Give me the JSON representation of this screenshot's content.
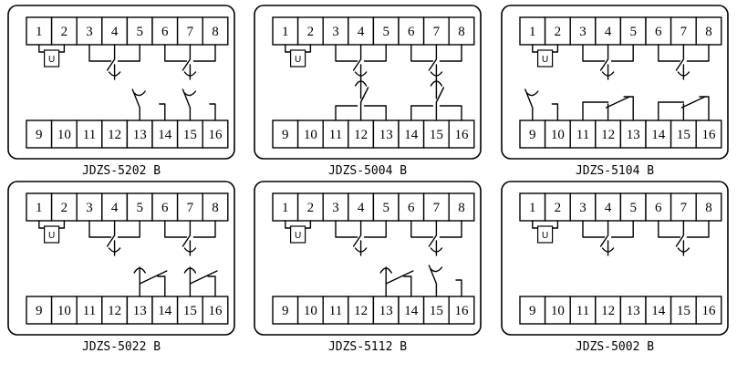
{
  "panels": [
    {
      "caption": "JDZS-5202 B",
      "top_terminals": [
        "1",
        "2",
        "3",
        "4",
        "5",
        "6",
        "7",
        "8"
      ],
      "bottom_terminals": [
        "9",
        "10",
        "11",
        "12",
        "13",
        "14",
        "15",
        "16"
      ],
      "top_elements": [
        {
          "type": "coil",
          "terminal_pair": [
            "1",
            "2"
          ],
          "label": "U"
        },
        {
          "type": "changeover-contact",
          "terminals": [
            "3",
            "4",
            "5"
          ]
        },
        {
          "type": "changeover-contact",
          "terminals": [
            "6",
            "7",
            "8"
          ]
        }
      ],
      "bottom_elements": [
        {
          "type": "make-contact",
          "terminals": [
            "13",
            "14"
          ]
        },
        {
          "type": "make-contact",
          "terminals": [
            "15",
            "16"
          ]
        }
      ]
    },
    {
      "caption": "JDZS-5004 B",
      "top_terminals": [
        "1",
        "2",
        "3",
        "4",
        "5",
        "6",
        "7",
        "8"
      ],
      "bottom_terminals": [
        "9",
        "10",
        "11",
        "12",
        "13",
        "14",
        "15",
        "16"
      ],
      "top_elements": [
        {
          "type": "coil",
          "terminal_pair": [
            "1",
            "2"
          ],
          "label": "U"
        },
        {
          "type": "changeover-contact",
          "terminals": [
            "3",
            "4",
            "5"
          ]
        },
        {
          "type": "changeover-contact",
          "terminals": [
            "6",
            "7",
            "8"
          ]
        }
      ],
      "bottom_elements": [
        {
          "type": "changeover-contact",
          "terminals": [
            "11",
            "12",
            "13"
          ]
        },
        {
          "type": "changeover-contact",
          "terminals": [
            "14",
            "15",
            "16"
          ]
        }
      ]
    },
    {
      "caption": "JDZS-5104 B",
      "top_terminals": [
        "1",
        "2",
        "3",
        "4",
        "5",
        "6",
        "7",
        "8"
      ],
      "bottom_terminals": [
        "9",
        "10",
        "11",
        "12",
        "13",
        "14",
        "15",
        "16"
      ],
      "top_elements": [
        {
          "type": "coil",
          "terminal_pair": [
            "1",
            "2"
          ],
          "label": "U"
        },
        {
          "type": "changeover-contact",
          "terminals": [
            "3",
            "4",
            "5"
          ]
        },
        {
          "type": "changeover-contact",
          "terminals": [
            "6",
            "7",
            "8"
          ]
        }
      ],
      "bottom_elements": [
        {
          "type": "make-contact",
          "terminals": [
            "9",
            "10"
          ]
        },
        {
          "type": "break-contact",
          "terminals": [
            "11",
            "12",
            "13"
          ]
        },
        {
          "type": "break-contact",
          "terminals": [
            "14",
            "15",
            "16"
          ]
        }
      ]
    },
    {
      "caption": "JDZS-5022 B",
      "top_terminals": [
        "1",
        "2",
        "3",
        "4",
        "5",
        "6",
        "7",
        "8"
      ],
      "bottom_terminals": [
        "9",
        "10",
        "11",
        "12",
        "13",
        "14",
        "15",
        "16"
      ],
      "top_elements": [
        {
          "type": "coil",
          "terminal_pair": [
            "1",
            "2"
          ],
          "label": "U"
        },
        {
          "type": "changeover-contact",
          "terminals": [
            "3",
            "4",
            "5"
          ]
        },
        {
          "type": "changeover-contact",
          "terminals": [
            "6",
            "7",
            "8"
          ]
        }
      ],
      "bottom_elements": [
        {
          "type": "break-contact",
          "terminals": [
            "13",
            "14"
          ]
        },
        {
          "type": "break-contact",
          "terminals": [
            "15",
            "16"
          ]
        }
      ]
    },
    {
      "caption": "JDZS-5112 B",
      "top_terminals": [
        "1",
        "2",
        "3",
        "4",
        "5",
        "6",
        "7",
        "8"
      ],
      "bottom_terminals": [
        "9",
        "10",
        "11",
        "12",
        "13",
        "14",
        "15",
        "16"
      ],
      "top_elements": [
        {
          "type": "coil",
          "terminal_pair": [
            "1",
            "2"
          ],
          "label": "U"
        },
        {
          "type": "changeover-contact",
          "terminals": [
            "3",
            "4",
            "5"
          ]
        },
        {
          "type": "changeover-contact",
          "terminals": [
            "6",
            "7",
            "8"
          ]
        }
      ],
      "bottom_elements": [
        {
          "type": "break-contact",
          "terminals": [
            "13",
            "14"
          ]
        },
        {
          "type": "make-contact",
          "terminals": [
            "15",
            "16"
          ]
        }
      ]
    },
    {
      "caption": "JDZS-5002 B",
      "top_terminals": [
        "1",
        "2",
        "3",
        "4",
        "5",
        "6",
        "7",
        "8"
      ],
      "bottom_terminals": [
        "9",
        "10",
        "11",
        "12",
        "13",
        "14",
        "15",
        "16"
      ],
      "top_elements": [
        {
          "type": "coil",
          "terminal_pair": [
            "1",
            "2"
          ],
          "label": "U"
        },
        {
          "type": "changeover-contact",
          "terminals": [
            "3",
            "4",
            "5"
          ]
        },
        {
          "type": "changeover-contact",
          "terminals": [
            "6",
            "7",
            "8"
          ]
        }
      ],
      "bottom_elements": []
    }
  ]
}
